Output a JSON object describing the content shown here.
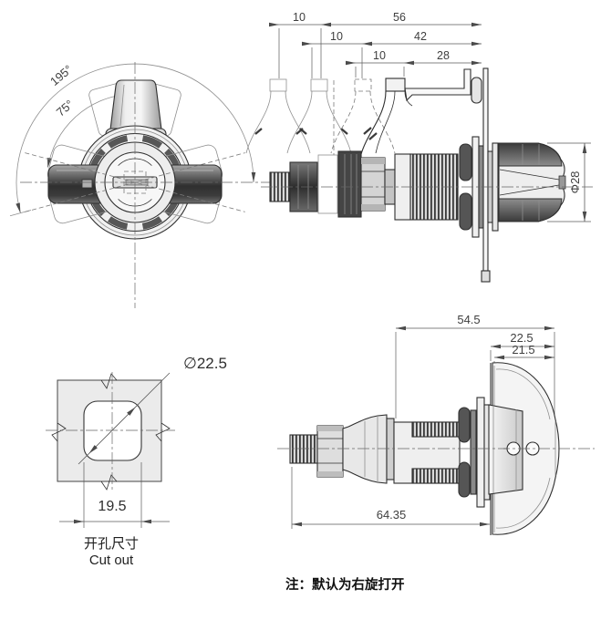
{
  "front": {
    "outer_angle": "195°",
    "inner_angle": "75°"
  },
  "top": {
    "d10a": "10",
    "d56": "56",
    "d10b": "10",
    "d42": "42",
    "d10c": "10",
    "d28": "28",
    "dia": "Φ28"
  },
  "cutout": {
    "dia": "∅22.5",
    "width": "19.5",
    "caption_cn": "开孔尺寸",
    "caption_en": "Cut out"
  },
  "bottom": {
    "d1": "54.5",
    "d2": "22.5",
    "d3": "21.5",
    "d4": "64.35"
  },
  "note": "注：默认为右旋打开"
}
